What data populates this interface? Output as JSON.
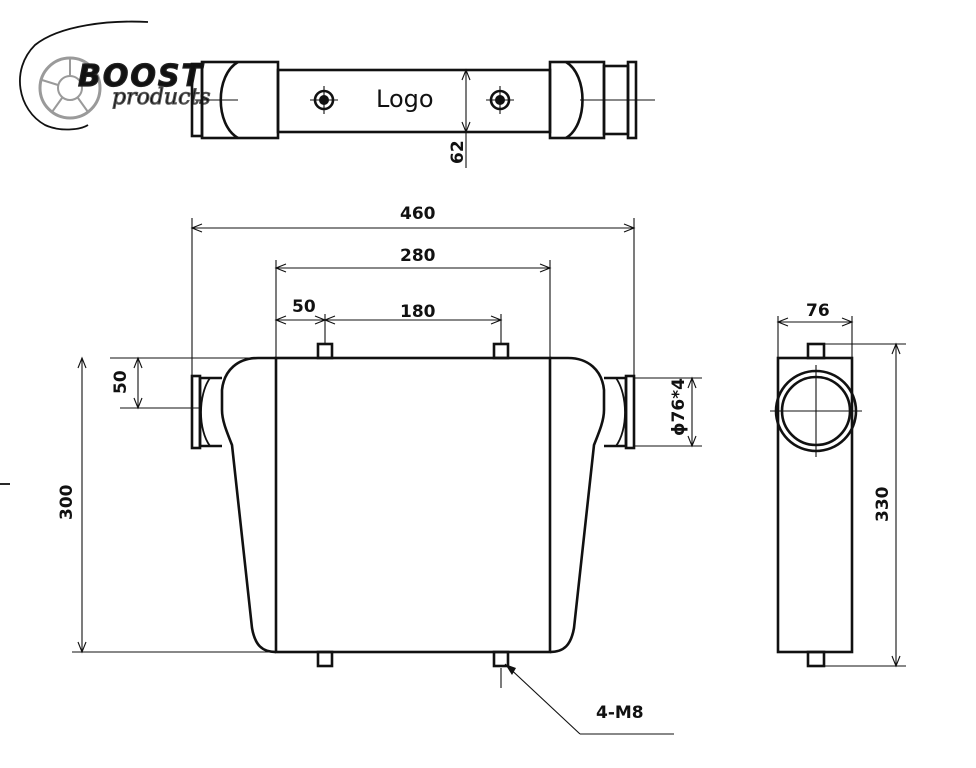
{
  "brand": {
    "name": "BOOST",
    "sub": "products"
  },
  "top_view": {
    "logo_label": "Logo",
    "height_dim": "62"
  },
  "front_view": {
    "total_width": "460",
    "core_width": "280",
    "mount_offset": "50",
    "mount_spacing": "180",
    "inlet_offset": "50",
    "core_height": "300",
    "pipe_diameter": "ϕ76*4",
    "thread_note": "4-M8"
  },
  "side_view": {
    "depth_dim": "76",
    "total_height": "330"
  },
  "colors": {
    "line": "#111111",
    "brand_gray": "#8a8a8a"
  }
}
